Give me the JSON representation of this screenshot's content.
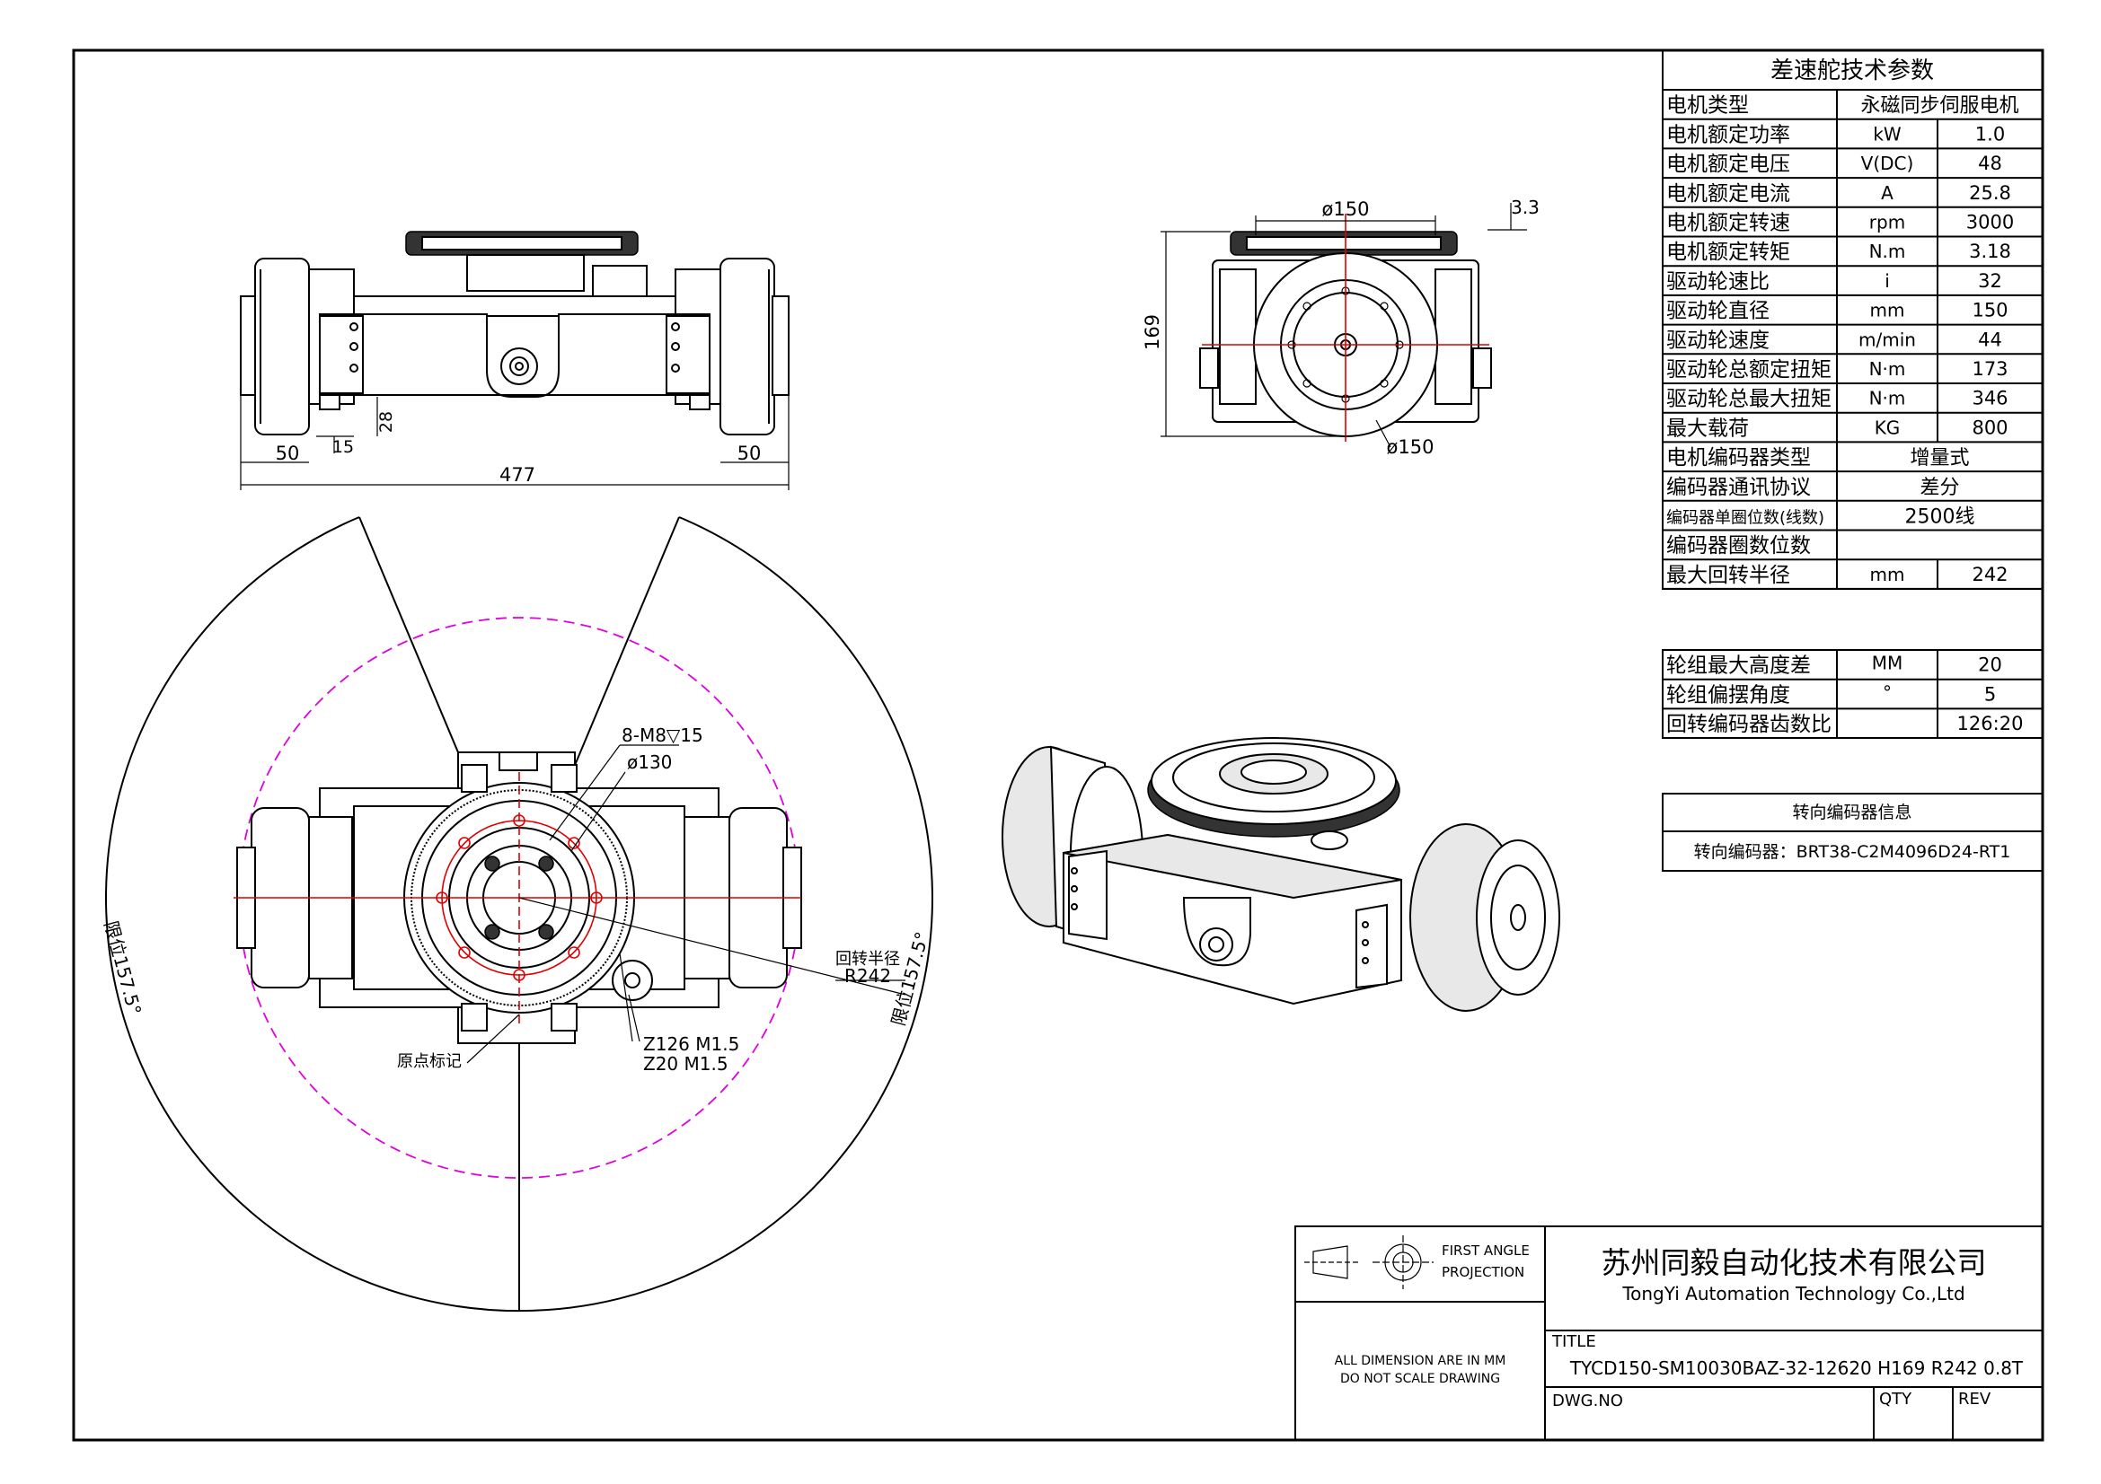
{
  "params_table": {
    "title": "差速舵技术参数",
    "rows": [
      {
        "label": "电机类型",
        "unit": "",
        "value": "永磁同步伺服电机"
      },
      {
        "label": "电机额定功率",
        "unit": "kW",
        "value": "1.0"
      },
      {
        "label": "电机额定电压",
        "unit": "V(DC)",
        "value": "48"
      },
      {
        "label": "电机额定电流",
        "unit": "A",
        "value": "25.8"
      },
      {
        "label": "电机额定转速",
        "unit": "rpm",
        "value": "3000"
      },
      {
        "label": "电机额定转矩",
        "unit": "N.m",
        "value": "3.18"
      },
      {
        "label": "驱动轮速比",
        "unit": "i",
        "value": "32"
      },
      {
        "label": "驱动轮直径",
        "unit": "mm",
        "value": "150"
      },
      {
        "label": "驱动轮速度",
        "unit": "m/min",
        "value": "44"
      },
      {
        "label": "驱动轮总额定扭矩",
        "unit": "N·m",
        "value": "173"
      },
      {
        "label": "驱动轮总最大扭矩",
        "unit": "N·m",
        "value": "346"
      },
      {
        "label": "最大载荷",
        "unit": "KG",
        "value": "800"
      },
      {
        "label": "电机编码器类型",
        "unit": "",
        "value": "增量式"
      },
      {
        "label": "编码器通讯协议",
        "unit": "",
        "value": "差分"
      },
      {
        "label": "编码器单圈位数(线数)",
        "unit": "",
        "value": "2500线"
      },
      {
        "label": "编码器圈数位数",
        "unit": "",
        "value": ""
      },
      {
        "label": "最大回转半径",
        "unit": "mm",
        "value": "242"
      }
    ]
  },
  "wheel_table": {
    "rows": [
      {
        "label": "轮组最大高度差",
        "unit": "MM",
        "value": "20"
      },
      {
        "label": "轮组偏摆角度",
        "unit": "°",
        "value": "5"
      },
      {
        "label": "回转编码器齿数比",
        "unit": "",
        "value": "126:20"
      }
    ]
  },
  "encoder_table": {
    "title": "转向编码器信息",
    "value": "转向编码器：BRT38-C2M4096D24-RT1"
  },
  "title_block": {
    "projection_line1": "FIRST ANGLE",
    "projection_line2": "PROJECTION",
    "note_line1": "ALL DIMENSION ARE IN MM",
    "note_line2": "DO NOT SCALE DRAWING",
    "company_cn": "苏州同毅自动化技术有限公司",
    "company_en": "TongYi Automation Technology Co.,Ltd",
    "title_label": "TITLE",
    "title_value": "TYCD150-SM10030BAZ-32-12620 H169 R242 0.8T",
    "dwg_label": "DWG.NO",
    "qty_label": "QTY",
    "rev_label": "REV"
  },
  "front_view": {
    "dim_left": "50",
    "dim_right": "50",
    "dim_small": "15",
    "dim_height": "28",
    "dim_total": "477"
  },
  "side_view": {
    "dim_top": "ø150",
    "dim_offset": "3.3",
    "dim_height": "169",
    "dim_wheel": "ø150"
  },
  "plan_view": {
    "bolt_note": "8-M8▽15",
    "bolt_circle": "ø130",
    "gear_note1": "Z126 M1.5",
    "gear_note2": "Z20 M1.5",
    "origin_mark": "原点标记",
    "turn_radius_label": "回转半径",
    "turn_radius_value": "R242",
    "limit_left": "限位157.5°",
    "limit_right": "限位157.5°"
  }
}
